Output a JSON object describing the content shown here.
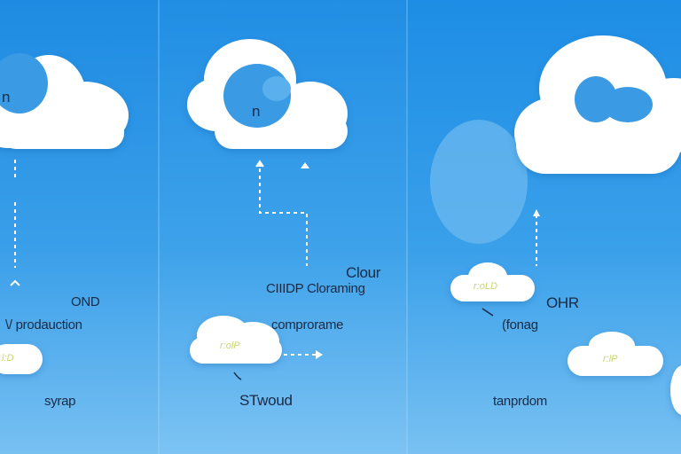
{
  "labels": {
    "cloud1_letter": "n",
    "cloud2_letter": "n",
    "p1_ond": "OND",
    "p1_production": "\\/ prodauction",
    "p1_pill": "l:D",
    "p1_syrap": "syrap",
    "p2_clour": "Clour",
    "p2_cloud_line": "CIIIDP Cloraming",
    "p2_comp": "comprorame",
    "p2_pill": "r:olP",
    "p2_stwoud": "STwoud",
    "p3_pill1": "r:oLD",
    "p3_ohr": "OHR",
    "p3_fonag": "(fonag",
    "p3_pill2": "r:lP",
    "p3_tanprdom": "tanprdom"
  },
  "colors": {
    "cloud": "#ffffff",
    "accent_blue": "#3a9ae4",
    "ink": "#1a2a44",
    "pill_text": "#c8d86a"
  }
}
